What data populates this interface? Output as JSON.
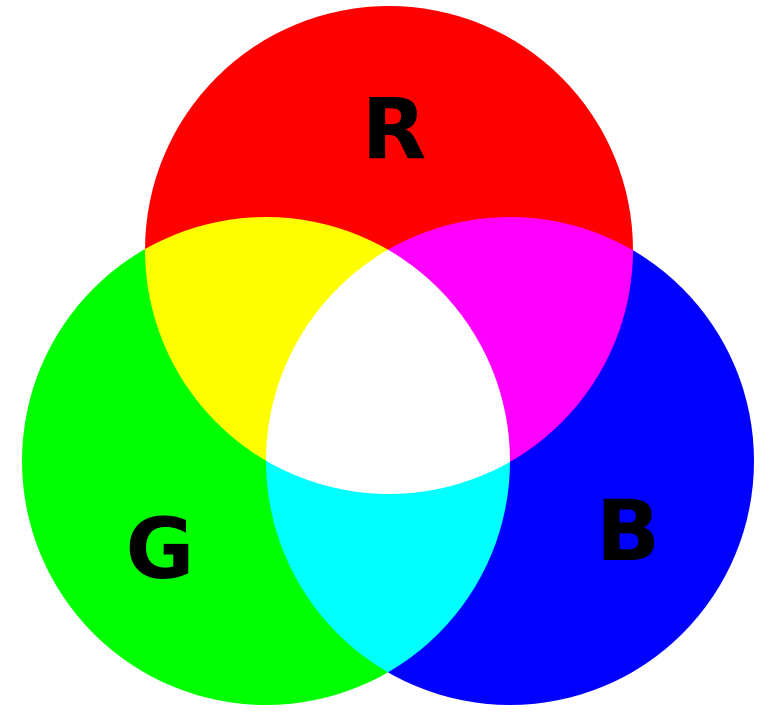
{
  "diagram": {
    "circles": [
      {
        "name": "red",
        "label": "R",
        "color": "#FF0000"
      },
      {
        "name": "green",
        "label": "G",
        "color": "#00FF00"
      },
      {
        "name": "blue",
        "label": "B",
        "color": "#0000FF"
      }
    ],
    "overlaps": {
      "red_green": "#FFFF00",
      "red_blue": "#FF00FF",
      "green_blue": "#00FFFF",
      "all": "#FFFFFF"
    },
    "background": "#FFFFFF"
  }
}
